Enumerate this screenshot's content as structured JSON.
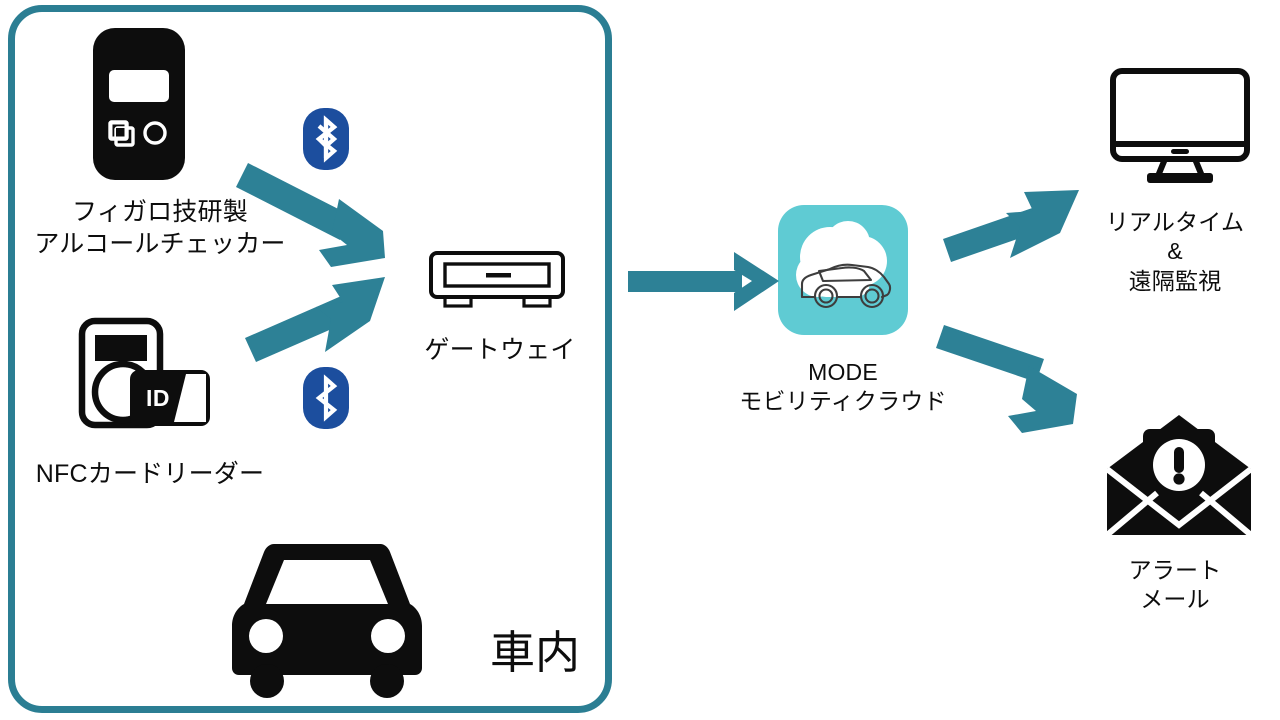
{
  "diagram": {
    "title_present": false,
    "colors": {
      "container_border": "#2B7E93",
      "arrow": "#2D8196",
      "bluetooth_blue": "#1C4E9E",
      "mode_cloud_bg": "#5FCBD3",
      "icon_black": "#0d0d0d",
      "background": "#ffffff"
    },
    "container": {
      "name": "vehicle-interior",
      "label": "車内"
    },
    "nodes": [
      {
        "id": "alcohol-checker",
        "icon": "handheld-alcohol-checker-icon",
        "label": "フィガロ技研製\nアルコールチェッカー"
      },
      {
        "id": "nfc-card-reader",
        "icon": "nfc-card-reader-icon",
        "label": "NFCカードリーダー"
      },
      {
        "id": "gateway",
        "icon": "gateway-device-icon",
        "label": "ゲートウェイ"
      },
      {
        "id": "mode-cloud",
        "icon": "mode-mobility-cloud-icon",
        "label": "MODE\nモビリティクラウド",
        "label_line1": "MODE",
        "label_line2": "モビリティクラウド"
      },
      {
        "id": "realtime-monitor",
        "icon": "desktop-monitor-icon",
        "label": "リアルタイム\n&\n遠隔監視",
        "label_line1": "リアルタイム",
        "label_line2": "&",
        "label_line3": "遠隔監視"
      },
      {
        "id": "alert-mail",
        "icon": "alert-envelope-icon",
        "label": "アラート\nメール",
        "label_line1": "アラート",
        "label_line2": "メール"
      }
    ],
    "connections": [
      {
        "id": "conn-alcohol-to-gateway",
        "from": "alcohol-checker",
        "to": "gateway",
        "protocol_icon": "bluetooth-icon",
        "protocol": "Bluetooth"
      },
      {
        "id": "conn-nfc-to-gateway",
        "from": "nfc-card-reader",
        "to": "gateway",
        "protocol_icon": "bluetooth-icon",
        "protocol": "Bluetooth"
      },
      {
        "id": "conn-gateway-to-cloud",
        "from": "gateway",
        "to": "mode-cloud",
        "protocol": ""
      },
      {
        "id": "conn-cloud-to-monitor",
        "from": "mode-cloud",
        "to": "realtime-monitor",
        "protocol": ""
      },
      {
        "id": "conn-cloud-to-alert",
        "from": "mode-cloud",
        "to": "alert-mail",
        "protocol": ""
      }
    ],
    "nfc_card_text": "ID"
  }
}
